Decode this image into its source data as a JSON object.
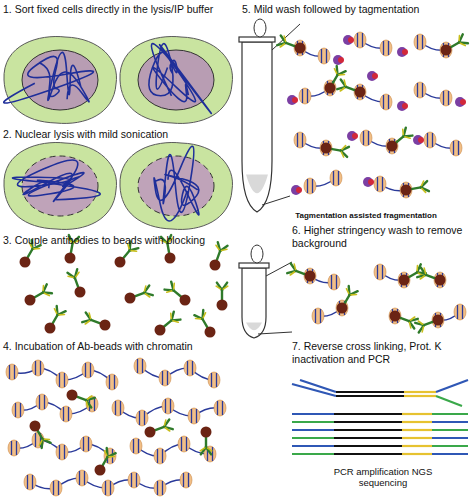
{
  "diagram": {
    "labels": [
      "1. Sort fixed cells directly in the lysis/IP buffer",
      "2. Nuclear lysis with mild sonication",
      "3. Couple antibodies to beads with blocking",
      "4. Incubation of Ab-beads with chromatin",
      "5. Mild wash followed by tagmentation",
      "Tagmentation assisted fragmentation",
      "6. Higher stringency wash to remove background",
      "7. Reverse cross linking, Prot. K inactivation and PCR",
      "PCR amplification NGS sequencing"
    ]
  }
}
